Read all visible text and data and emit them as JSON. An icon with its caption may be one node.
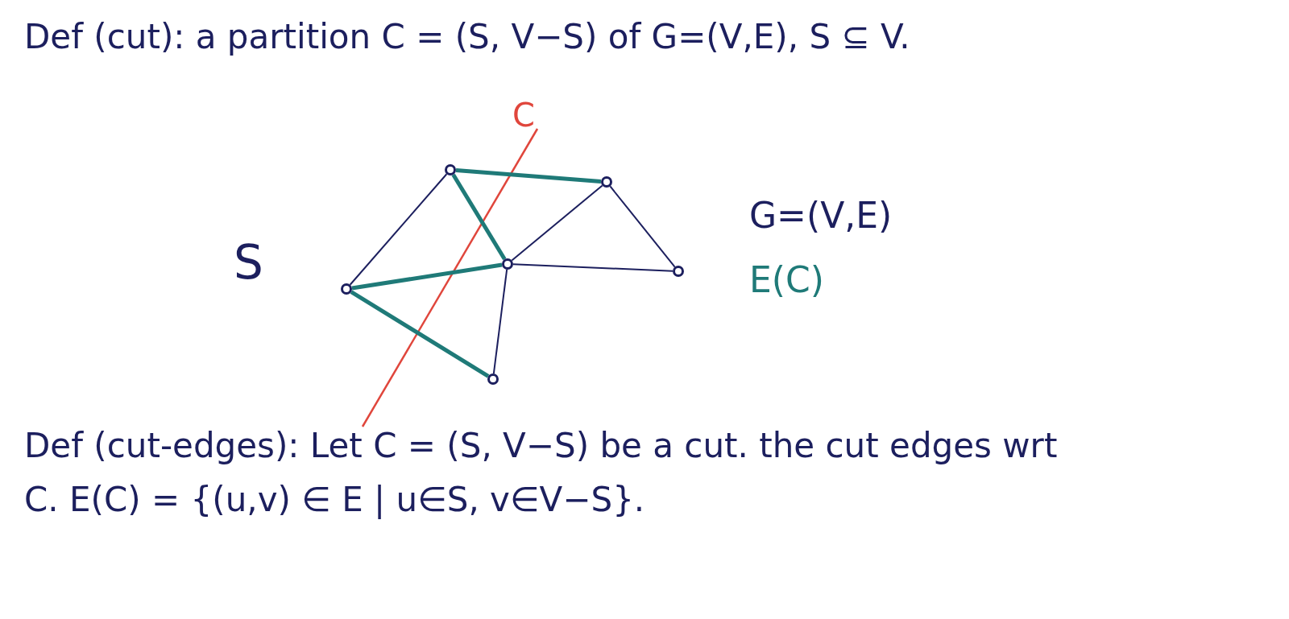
{
  "diagram": {
    "nodes": [
      {
        "text": [],
        "shape": "circle"
      },
      {
        "text": [],
        "shape": "circle"
      },
      {
        "text": [],
        "shape": "circle"
      },
      {
        "text": [],
        "shape": "circle"
      },
      {
        "text": [],
        "shape": "circle"
      },
      {
        "text": [],
        "shape": "circle"
      }
    ],
    "edges": [
      {
        "from": 0,
        "to": 1,
        "arrow": "none",
        "style": "thick",
        "color": "#1f7a78"
      },
      {
        "from": 0,
        "to": 2,
        "arrow": "none",
        "style": "thick",
        "color": "#1f7a78"
      },
      {
        "from": 0,
        "to": 4,
        "arrow": "none"
      },
      {
        "from": 1,
        "to": 2,
        "arrow": "none"
      },
      {
        "from": 1,
        "to": 3,
        "arrow": "none"
      },
      {
        "from": 2,
        "to": 3,
        "arrow": "none"
      },
      {
        "from": 4,
        "to": 2,
        "arrow": "none",
        "style": "thick",
        "color": "#1f7a78"
      },
      {
        "from": 4,
        "to": 5,
        "arrow": "none",
        "style": "thick",
        "color": "#1f7a78"
      },
      {
        "from": 2,
        "to": 5,
        "arrow": "none"
      }
    ],
    "labels": [
      "Def (cut): a partition C = (S, V−S) of G=(V,E), S ⊆ V.",
      "C",
      "S",
      "G=(V,E)",
      "E(C)",
      "Def (cut-edges): Let C = (S, V−S) be a cut. the cut edges wrt C. E(C) = {(u,v) ∈ E | u∈S, v∈V−S}."
    ]
  }
}
